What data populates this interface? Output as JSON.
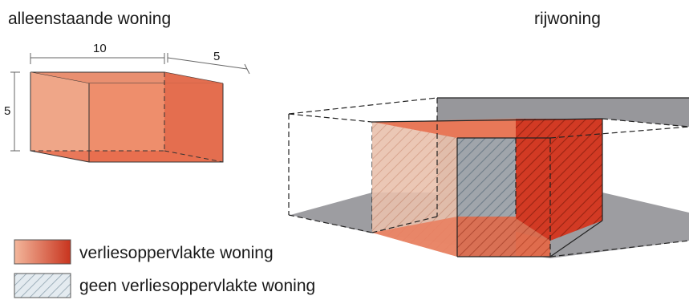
{
  "titles": {
    "detached": "alleenstaande woning",
    "terraced": "rijwoning"
  },
  "dimensions": {
    "length": "10",
    "depth": "5",
    "height": "5"
  },
  "legend": {
    "loss_surface": "verliesoppervlakte woning",
    "no_loss_surface": "geen verliesoppervlakte woning"
  },
  "colors": {
    "loss_light": "#efa688",
    "loss_dark": "#c8341e",
    "loss_front": "#ee8e6c",
    "loss_side": "#e2684a",
    "neighbor_gray": "#8c8c90",
    "hatch_bg": "#dde6ec",
    "hatch_line": "#a7b4bc"
  }
}
